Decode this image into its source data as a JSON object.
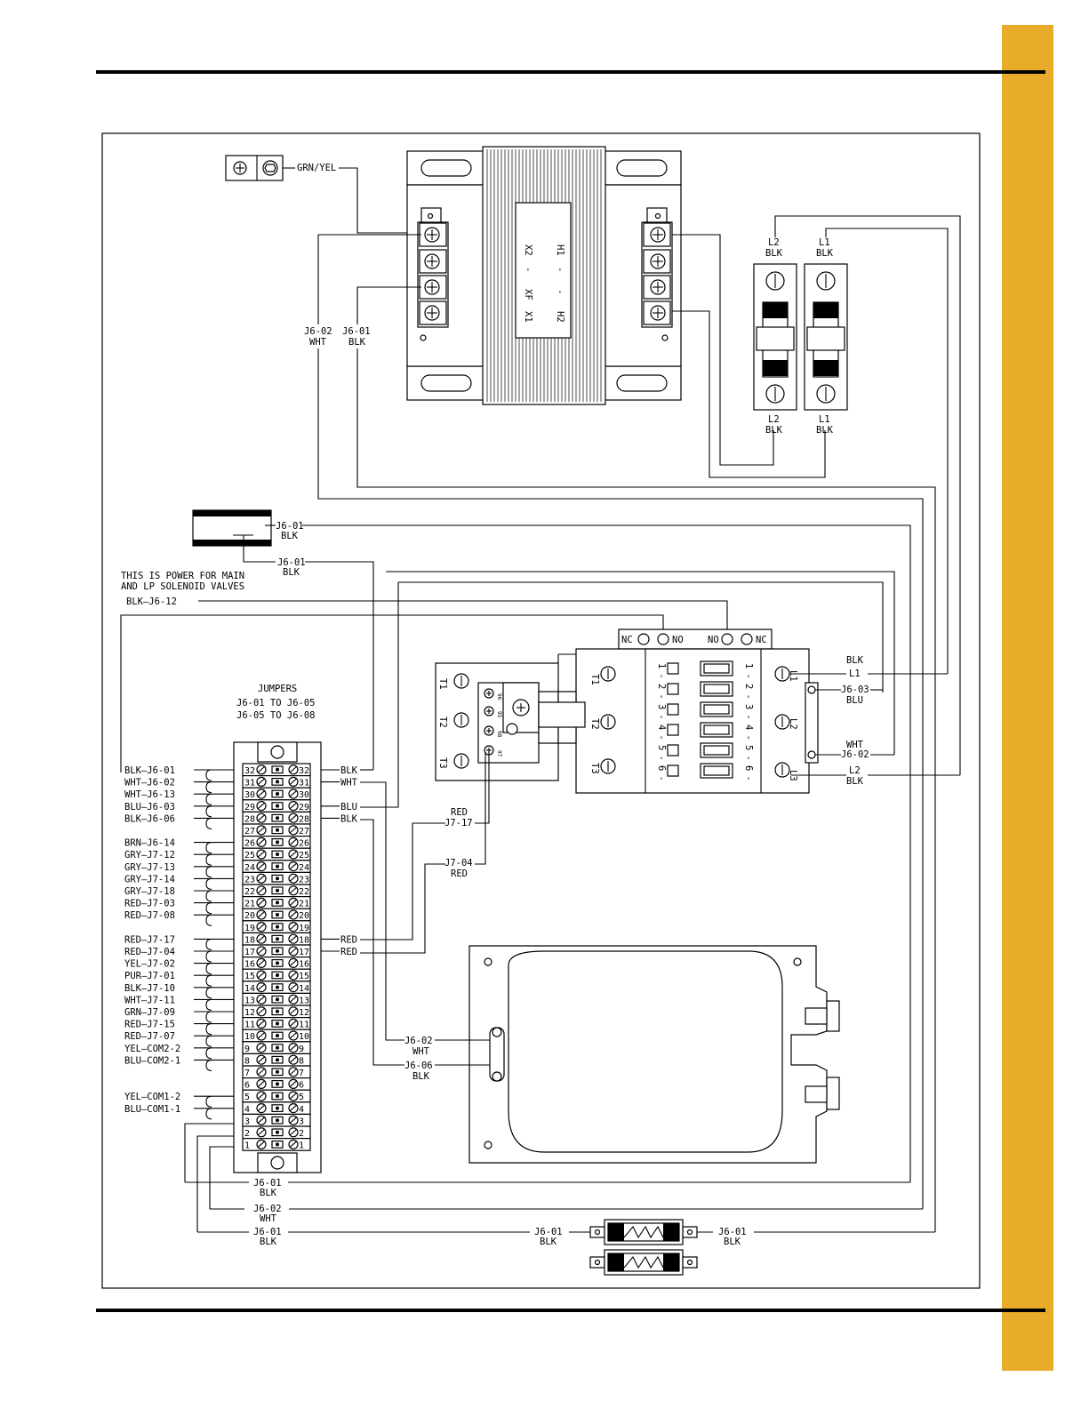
{
  "ground_wire": "GRN/YEL",
  "transformer": {
    "left_terminal_labels": [
      "X2",
      "-",
      "XF",
      "X1"
    ],
    "right_terminal_labels": [
      "H1",
      "-",
      "-",
      "H2"
    ],
    "wire_j602_a": "J6-02",
    "wire_j602_b": "WHT",
    "wire_j601_a": "J6-01",
    "wire_j601_b": "BLK"
  },
  "fuses": {
    "l2_top_a": "L2",
    "l2_top_b": "BLK",
    "l1_top_a": "L1",
    "l1_top_b": "BLK",
    "l2_bot_a": "L2",
    "l2_bot_b": "BLK",
    "l1_bot_a": "L1",
    "l1_bot_b": "BLK"
  },
  "connector": {
    "label_a": "J6-01",
    "label_b": "BLK",
    "label2_a": "J6-01",
    "label2_b": "BLK"
  },
  "note": {
    "line1": "THIS IS POWER FOR MAIN",
    "line2": "AND LP SOLENOID VALVES"
  },
  "blk_j612": "BLK—J6-12",
  "contactor": {
    "nc_left": "NC",
    "no_left": "NO",
    "no_right": "NO",
    "nc_right": "NC",
    "aux_left": [
      "1",
      "-",
      "2",
      "-",
      "3",
      "-",
      "4",
      "-",
      "5",
      "-",
      "6",
      "-"
    ],
    "aux_right": [
      "1",
      "-",
      "2",
      "-",
      "3",
      "-",
      "4",
      "-",
      "5",
      "-",
      "6",
      "-"
    ],
    "overload_labels": [
      "T1",
      "T2",
      "T3"
    ],
    "contactor_t_labels": [
      "T1",
      "T2",
      "T3"
    ],
    "contactor_l_labels": [
      "L1",
      "L2",
      "L3"
    ],
    "overload_aux": [
      "96",
      "95",
      "98",
      "97"
    ],
    "l1_wire_a": "BLK",
    "l1_wire_b": "L1",
    "j603_a": "J6-03",
    "j603_b": "BLU",
    "j602_a": "WHT",
    "j602_b": "J6-02",
    "l2_a": "L2",
    "l2_b": "BLK"
  },
  "jumpers": {
    "title": "JUMPERS",
    "line1": "J6-01  TO  J6-05",
    "line2": "J6-05  TO  J6-08"
  },
  "terminal_block": {
    "numbers": [
      "32",
      "31",
      "30",
      "29",
      "28",
      "27",
      "26",
      "25",
      "24",
      "23",
      "22",
      "21",
      "20",
      "19",
      "18",
      "17",
      "16",
      "15",
      "14",
      "13",
      "12",
      "11",
      "10",
      "9",
      "8",
      "7",
      "6",
      "5",
      "4",
      "3",
      "2",
      "1"
    ],
    "left_wires": [
      "BLK—J6-01",
      "WHT—J6-02",
      "WHT—J6-13",
      "BLU—J6-03",
      "BLK—J6-06",
      "",
      "BRN—J6-14",
      "GRY—J7-12",
      "GRY—J7-13",
      "GRY—J7-14",
      "GRY—J7-18",
      "RED—J7-03",
      "RED—J7-08",
      "",
      "RED—J7-17",
      "RED—J7-04",
      "YEL—J7-02",
      "PUR—J7-01",
      "BLK—J7-10",
      "WHT—J7-11",
      "GRN—J7-09",
      "RED—J7-15",
      "RED—J7-07",
      "YEL—COM2-2",
      "BLU—COM2-1",
      "",
      "",
      "YEL—COM1-2",
      "BLU—COM1-1",
      "",
      "",
      ""
    ],
    "right_wires": [
      "BLK",
      "WHT",
      "",
      "BLU",
      "BLK",
      "",
      "",
      "",
      "",
      "",
      "",
      "",
      "",
      "",
      "RED",
      "RED",
      "",
      "",
      "",
      "",
      "",
      "",
      "",
      "",
      "",
      "",
      "",
      "",
      "",
      "",
      "",
      ""
    ]
  },
  "overload_red_a": "RED",
  "overload_red_b": "J7-17",
  "overload_j704_a": "J7-04",
  "overload_j704_b": "RED",
  "solenoid": {
    "j602_a": "J6-02",
    "j602_b": "WHT",
    "j606_a": "J6-06",
    "j606_b": "BLK"
  },
  "bottom": {
    "j601_a": "J6-01",
    "j601_b": "BLK",
    "j602_a": "J6-02",
    "j602_b": "WHT",
    "j601b_a": "J6-01",
    "j601b_b": "BLK",
    "fuse_left_a": "J6-01",
    "fuse_left_b": "BLK",
    "fuse_right_a": "J6-01",
    "fuse_right_b": "BLK"
  },
  "colors": {
    "tab": "#e9ab2a",
    "rule": "#000000"
  }
}
